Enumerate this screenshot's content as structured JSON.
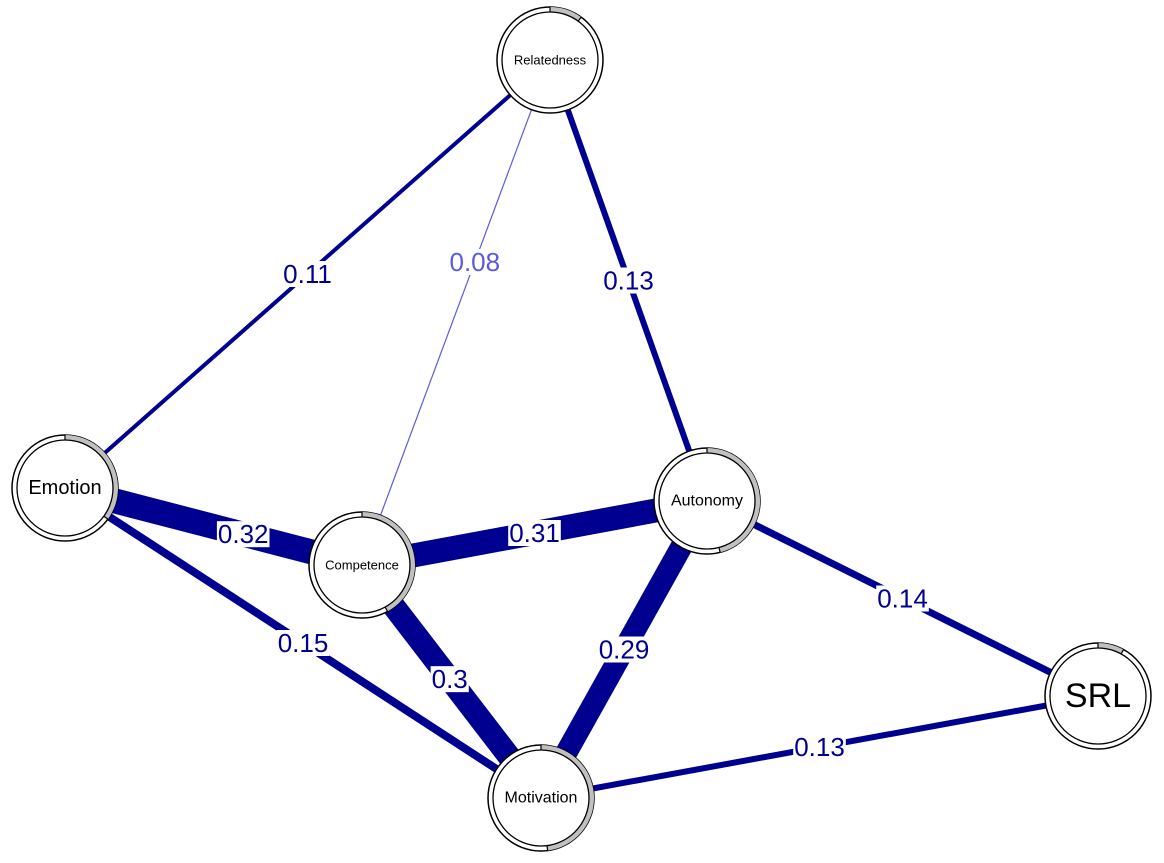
{
  "colors": {
    "edge_strong": "#000090",
    "edge_weak": "#5a5ae0",
    "pie_fill": "#c0c0c0",
    "node_border": "#000000",
    "background": "#ffffff"
  },
  "nodes": [
    {
      "id": "relatedness",
      "label": "Relatedness",
      "pie_fraction": 0.1
    },
    {
      "id": "emotion",
      "label": "Emotion",
      "pie_fraction": 0.35
    },
    {
      "id": "competence",
      "label": "Competence",
      "pie_fraction": 0.42
    },
    {
      "id": "autonomy",
      "label": "Autonomy",
      "pie_fraction": 0.46
    },
    {
      "id": "motivation",
      "label": "Motivation",
      "pie_fraction": 0.48
    },
    {
      "id": "srl",
      "label": "SRL",
      "pie_fraction": 0.08
    }
  ],
  "edges": [
    {
      "from": "relatedness",
      "to": "emotion",
      "weight": 0.11,
      "label": "0.11",
      "tone": "strong"
    },
    {
      "from": "relatedness",
      "to": "competence",
      "weight": 0.08,
      "label": "0.08",
      "tone": "weak"
    },
    {
      "from": "relatedness",
      "to": "autonomy",
      "weight": 0.13,
      "label": "0.13",
      "tone": "strong"
    },
    {
      "from": "emotion",
      "to": "competence",
      "weight": 0.32,
      "label": "0.32",
      "tone": "strong"
    },
    {
      "from": "emotion",
      "to": "motivation",
      "weight": 0.15,
      "label": "0.15",
      "tone": "strong"
    },
    {
      "from": "competence",
      "to": "autonomy",
      "weight": 0.31,
      "label": "0.31",
      "tone": "strong"
    },
    {
      "from": "competence",
      "to": "motivation",
      "weight": 0.3,
      "label": "0.3",
      "tone": "strong"
    },
    {
      "from": "autonomy",
      "to": "motivation",
      "weight": 0.29,
      "label": "0.29",
      "tone": "strong"
    },
    {
      "from": "autonomy",
      "to": "srl",
      "weight": 0.14,
      "label": "0.14",
      "tone": "strong"
    },
    {
      "from": "motivation",
      "to": "srl",
      "weight": 0.13,
      "label": "0.13",
      "tone": "strong"
    }
  ]
}
